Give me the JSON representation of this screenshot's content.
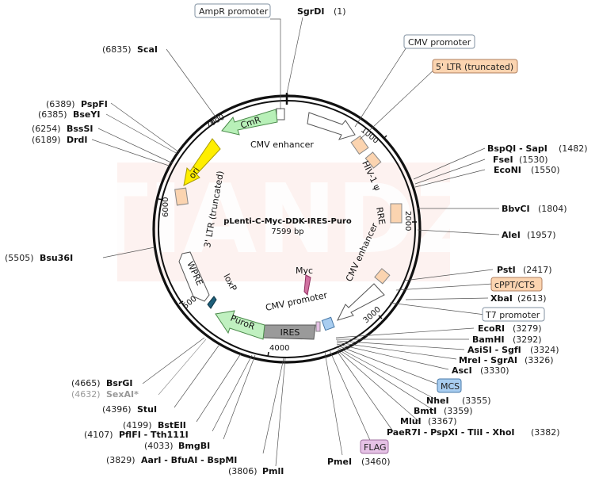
{
  "plasmid": {
    "name": "pLenti-C-Myc-DDK-IRES-Puro",
    "size": "7599 bp"
  },
  "ticks": [
    "1000",
    "2000",
    "3000",
    "4000",
    "5000",
    "6000",
    "7000"
  ],
  "features": {
    "cmr": "CmR",
    "ori": "ori",
    "ltr3": "3' LTR (truncated)",
    "cmv_enh_top": "CMV enhancer",
    "hiv_psi": "HIV-1 ψ",
    "rre": "RRE",
    "cmv_enh_right": "CMV enhancer",
    "myc": "Myc",
    "cmv_promoter": "CMV promoter",
    "ires": "IRES",
    "puror": "PuroR",
    "loxp": "loxP",
    "wpre": "WPRE"
  },
  "boxed_labels": {
    "ampr_promoter": "AmpR promoter",
    "cmv_promoter": "CMV promoter",
    "ltr5": "5' LTR (truncated)",
    "cppt": "cPPT/CTS",
    "t7": "T7 promoter",
    "mcs": "MCS",
    "flag": "FLAG"
  },
  "sites": {
    "sgrdi": {
      "name": "SgrDI",
      "pos": "(1)"
    },
    "scai": {
      "name": "ScaI",
      "pos": "(6835)"
    },
    "pspfi": {
      "name": "PspFI",
      "pos": "(6389)"
    },
    "bseyi": {
      "name": "BseYI",
      "pos": "(6385)"
    },
    "bsssi": {
      "name": "BssSI",
      "pos": "(6254)"
    },
    "drdi": {
      "name": "DrdI",
      "pos": "(6189)"
    },
    "bsu36i": {
      "name": "Bsu36I",
      "pos": "(5505)"
    },
    "bspqi": {
      "name": "BspQI - SapI",
      "pos": "(1482)"
    },
    "fsei": {
      "name": "FseI",
      "pos": "(1530)"
    },
    "econi": {
      "name": "EcoNI",
      "pos": "(1550)"
    },
    "bbvci": {
      "name": "BbvCI",
      "pos": "(1804)"
    },
    "alei": {
      "name": "AleI",
      "pos": "(1957)"
    },
    "psti": {
      "name": "PstI",
      "pos": "(2417)"
    },
    "xbai": {
      "name": "XbaI",
      "pos": "(2613)"
    },
    "ecori": {
      "name": "EcoRI",
      "pos": "(3279)"
    },
    "bamhi": {
      "name": "BamHI",
      "pos": "(3292)"
    },
    "asisi": {
      "name": "AsiSI - SgfI",
      "pos": "(3324)"
    },
    "mrei": {
      "name": "MreI - SgrAI",
      "pos": "(3326)"
    },
    "asci": {
      "name": "AscI",
      "pos": "(3330)"
    },
    "nhei": {
      "name": "NheI",
      "pos": "(3355)"
    },
    "bmti": {
      "name": "BmtI",
      "pos": "(3359)"
    },
    "mlui": {
      "name": "MluI",
      "pos": "(3367)"
    },
    "pae": {
      "name": "PaeR7I - PspXI - TliI - XhoI",
      "pos": "(3382)"
    },
    "pmei": {
      "name": "PmeI",
      "pos": "(3460)"
    },
    "pmli": {
      "name": "PmlI",
      "pos": "(3806)"
    },
    "aari": {
      "name": "AarI - BfuAI - BspMI",
      "pos": "(3829)"
    },
    "bmgbi": {
      "name": "BmgBI",
      "pos": "(4033)"
    },
    "pflfi": {
      "name": "PflFI - Tth111I",
      "pos": "(4107)"
    },
    "bsteii": {
      "name": "BstEII",
      "pos": "(4199)"
    },
    "stui": {
      "name": "StuI",
      "pos": "(4396)"
    },
    "sexai": {
      "name": "SexAI*",
      "pos": "(4632)"
    },
    "bsrgi": {
      "name": "BsrGI",
      "pos": "(4665)"
    }
  },
  "watermark": "TIANDZ",
  "colors": {
    "cmr": "#b8f0b8",
    "ori": "#ffee00",
    "ltr": "#fbd4b0",
    "puror": "#c0f0c0",
    "ires": "#9a9a9a",
    "mcs": "#a8cdf0",
    "flag": "#e6c2e6",
    "myc": "#d070a0",
    "loxp": "#1e5f7a",
    "watermark": "#fde6e0"
  }
}
